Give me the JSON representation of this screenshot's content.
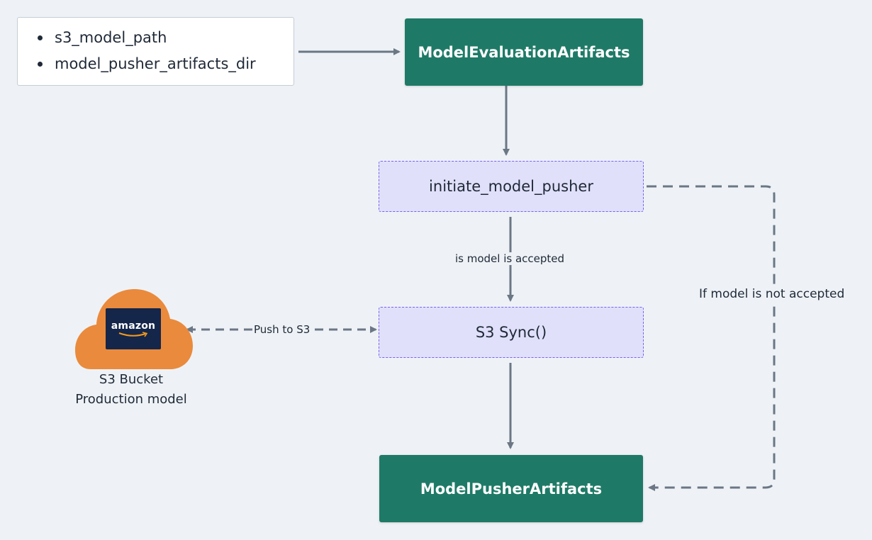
{
  "inputs": {
    "items": [
      "s3_model_path",
      "model_pusher_artifacts_dir"
    ]
  },
  "nodes": {
    "model_evaluation_artifacts": "ModelEvaluationArtifacts",
    "initiate_model_pusher": "initiate_model_pusher",
    "s3_sync": "S3 Sync()",
    "model_pusher_artifacts": "ModelPusherArtifacts"
  },
  "edges": {
    "accepted": "is model is accepted",
    "push_to_s3": "Push to S3",
    "not_accepted": "If model is not accepted"
  },
  "storage": {
    "logo_text": "amazon",
    "line1": "S3 Bucket",
    "line2": "Production model"
  },
  "colors": {
    "artifact_fill": "#1e7a66",
    "step_fill": "#e0e0fa",
    "step_border": "#7b5ff0",
    "edge": "#6b7785",
    "cloud": "#ea8a3c",
    "logo_bg": "#14264a",
    "logo_smile": "#f29a1f",
    "background": "#eef2f6"
  }
}
